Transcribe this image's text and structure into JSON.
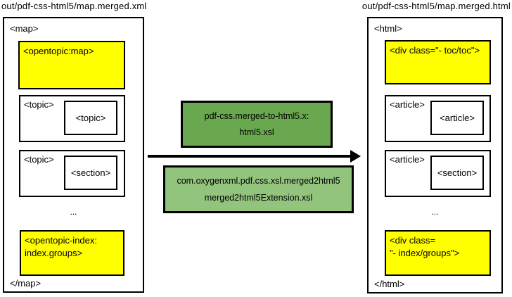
{
  "diagram": {
    "title_left": "out/pdf-css-html5/map.merged.xml",
    "title_right": "out/pdf-css-html5/map.merged.html",
    "colors": {
      "highlight_yellow": "#ffff00",
      "stylesheet_green_dark": "#6aa84f",
      "stylesheet_green_light": "#93c47d",
      "line_black": "#000000"
    },
    "left_panel": {
      "open_tag": "<map>",
      "close_tag": "</map>",
      "toc_box": "<opentopic:map>",
      "node1_outer": "<topic>",
      "node1_inner": "<topic>",
      "node2_outer": "<topic>",
      "node2_inner": "<section>",
      "ellipsis": "...",
      "index_box_line1": "<opentopic-index:",
      "index_box_line2": "index.groups>"
    },
    "right_panel": {
      "open_tag": "<html>",
      "close_tag": "</html>",
      "toc_box": "<div class=\"- toc/toc\">",
      "node1_outer": "<article>",
      "node1_inner": "<article>",
      "node2_outer": "<article>",
      "node2_inner": "<section>",
      "ellipsis": "...",
      "index_box_line1": "<div class=",
      "index_box_line2": "\"- index/groups\">"
    },
    "transform": {
      "stylesheet1_line1": "pdf-css.merged-to-html5.x:",
      "stylesheet1_line2": "html5.xsl",
      "stylesheet2_line1": "com.oxygenxml.pdf.css.xsl.merged2html5",
      "stylesheet2_line2": "merged2html5Extension.xsl"
    }
  }
}
